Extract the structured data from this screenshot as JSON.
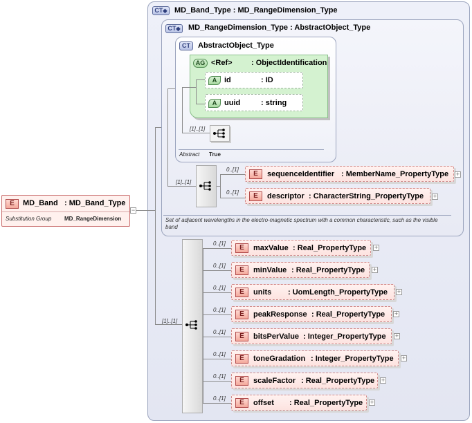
{
  "root": {
    "badge": "E",
    "name": "MD_Band",
    "type": ": MD_Band_Type",
    "substitution_label": "Substitution Group",
    "substitution_value": "MD_RangeDimension"
  },
  "outer_type": {
    "badge": "CT",
    "title": "MD_Band_Type",
    "base": ": MD_RangeDimension_Type"
  },
  "mid_type": {
    "badge": "CT",
    "title": "MD_RangeDimension_Type",
    "base": ": AbstractObject_Type"
  },
  "abstract_type": {
    "badge": "CT",
    "title": "AbstractObject_Type",
    "abstract_label": "Abstract",
    "abstract_value": "True",
    "attr_group": {
      "badge": "AG",
      "name": "<Ref>",
      "type": ": ObjectIdentification"
    },
    "attributes": [
      {
        "badge": "A",
        "name": "id",
        "type": ": ID"
      },
      {
        "badge": "A",
        "name": "uuid",
        "type": ": string"
      }
    ],
    "seq_card": "[1]..[1]"
  },
  "mid_seq_card": "[1]..[1]",
  "mid_elements": [
    {
      "badge": "E",
      "card": "0..[1]",
      "name": "sequenceIdentifier",
      "type": ": MemberName_PropertyType"
    },
    {
      "badge": "E",
      "card": "0..[1]",
      "name": "descriptor",
      "type": ": CharacterString_PropertyType"
    }
  ],
  "mid_doc": "Set of adjacent wavelengths in the electro-magnetic spectrum with a common characteristic, such as the visible band",
  "outer_seq_card": "[1]..[1]",
  "outer_elements": [
    {
      "badge": "E",
      "card": "0..[1]",
      "name": "maxValue",
      "type": ": Real_PropertyType"
    },
    {
      "badge": "E",
      "card": "0..[1]",
      "name": "minValue",
      "type": ": Real_PropertyType"
    },
    {
      "badge": "E",
      "card": "0..[1]",
      "name": "units",
      "type": ": UomLength_PropertyType"
    },
    {
      "badge": "E",
      "card": "0..[1]",
      "name": "peakResponse",
      "type": ": Real_PropertyType"
    },
    {
      "badge": "E",
      "card": "0..[1]",
      "name": "bitsPerValue",
      "type": ": Integer_PropertyType"
    },
    {
      "badge": "E",
      "card": "0..[1]",
      "name": "toneGradation",
      "type": ": Integer_PropertyType"
    },
    {
      "badge": "E",
      "card": "0..[1]",
      "name": "scaleFactor",
      "type": ": Real_PropertyType"
    },
    {
      "badge": "E",
      "card": "0..[1]",
      "name": "offset",
      "type": ": Real_PropertyType"
    }
  ],
  "icons": {
    "expand": "plus-icon",
    "collapse": "minus-icon",
    "sequence": "sequence-icon"
  },
  "colors": {
    "element_fill": "#fde3e0",
    "element_border": "#d08a8a",
    "type_fill": "#e3e6f2",
    "attr_group_fill": "#d4f2d0"
  }
}
